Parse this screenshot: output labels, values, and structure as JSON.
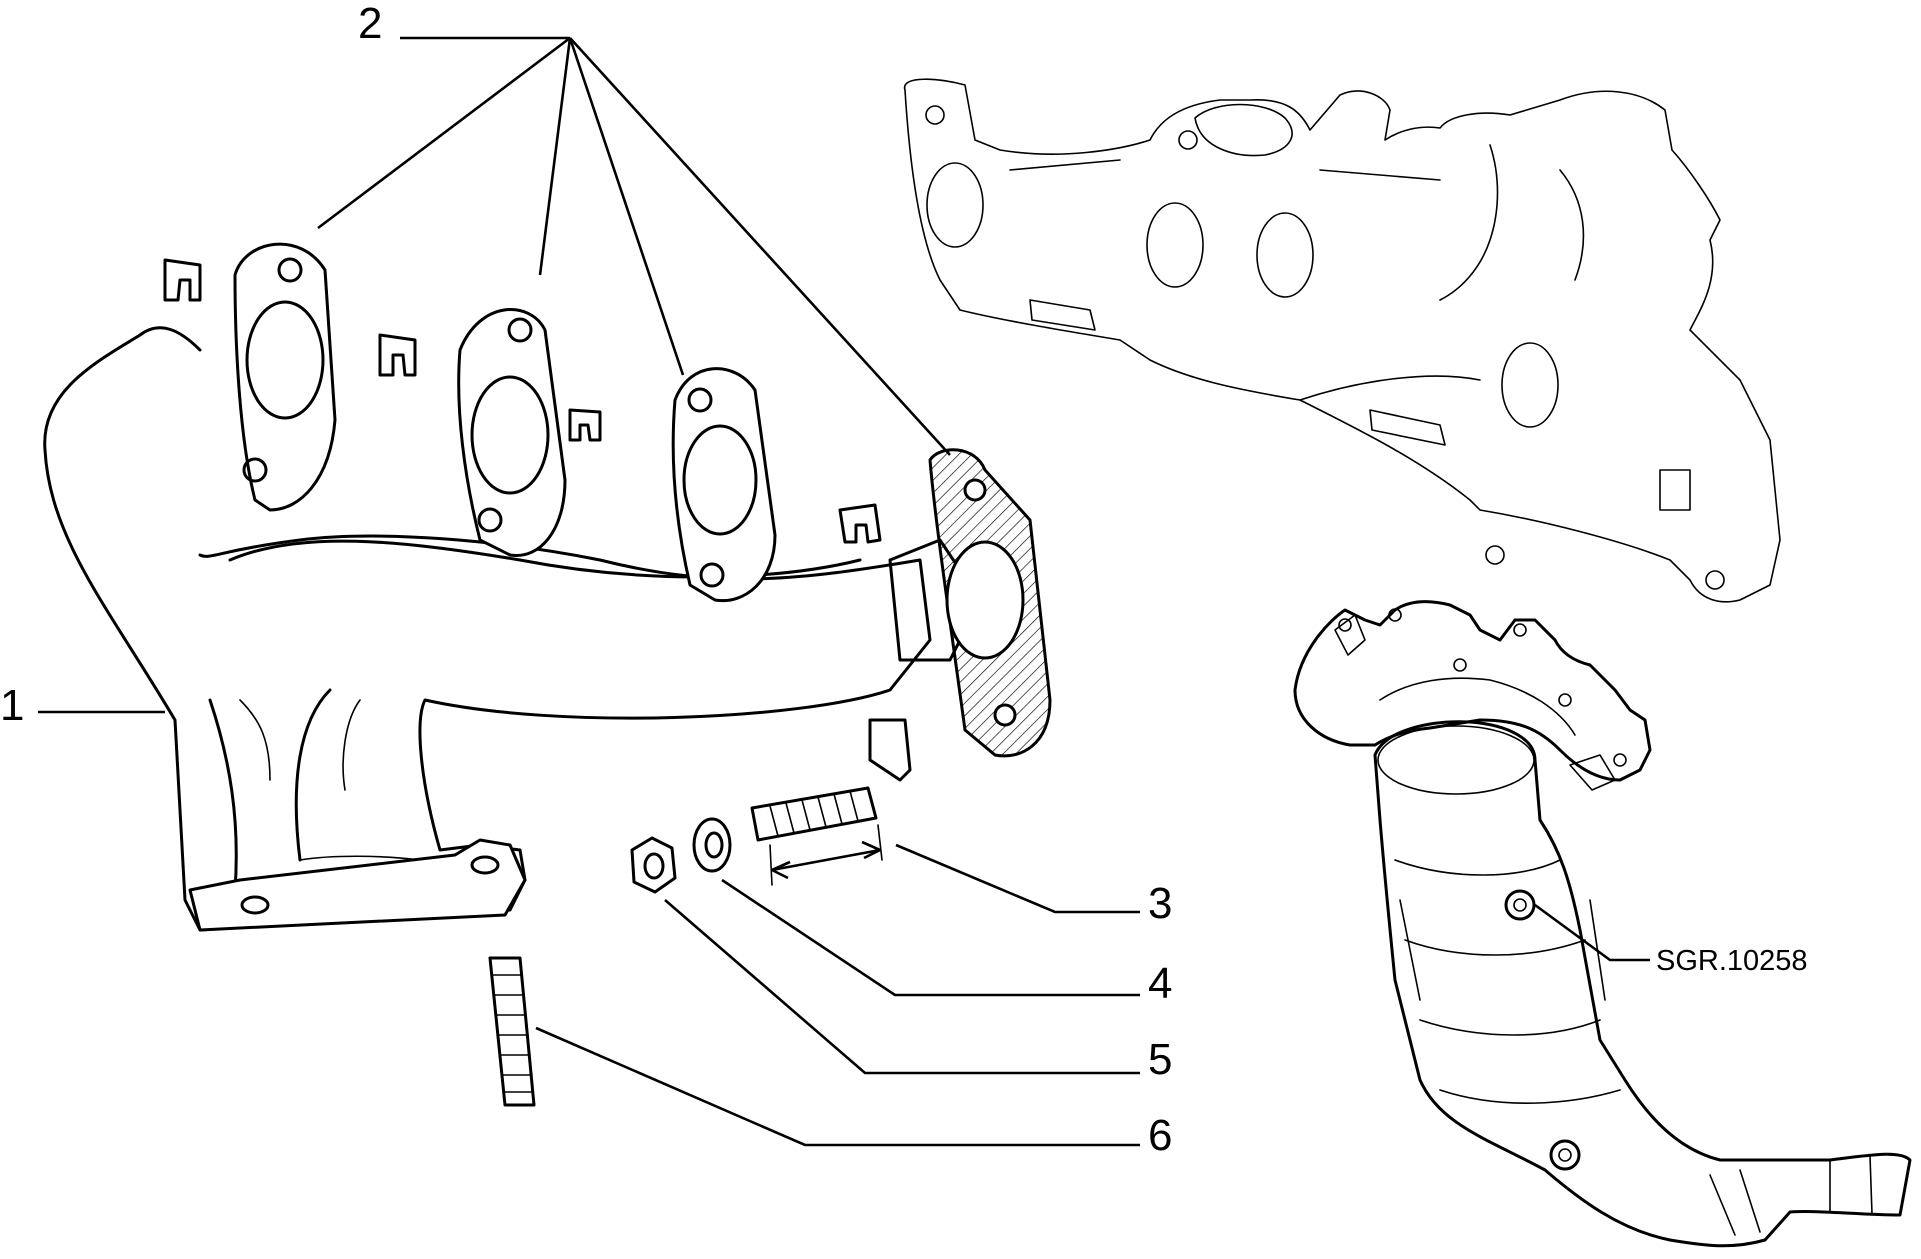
{
  "callouts": [
    {
      "id": "1",
      "text": "1"
    },
    {
      "id": "2",
      "text": "2"
    },
    {
      "id": "3",
      "text": "3"
    },
    {
      "id": "4",
      "text": "4"
    },
    {
      "id": "5",
      "text": "5"
    },
    {
      "id": "6",
      "text": "6"
    }
  ],
  "reference_code": "SGR.10258"
}
